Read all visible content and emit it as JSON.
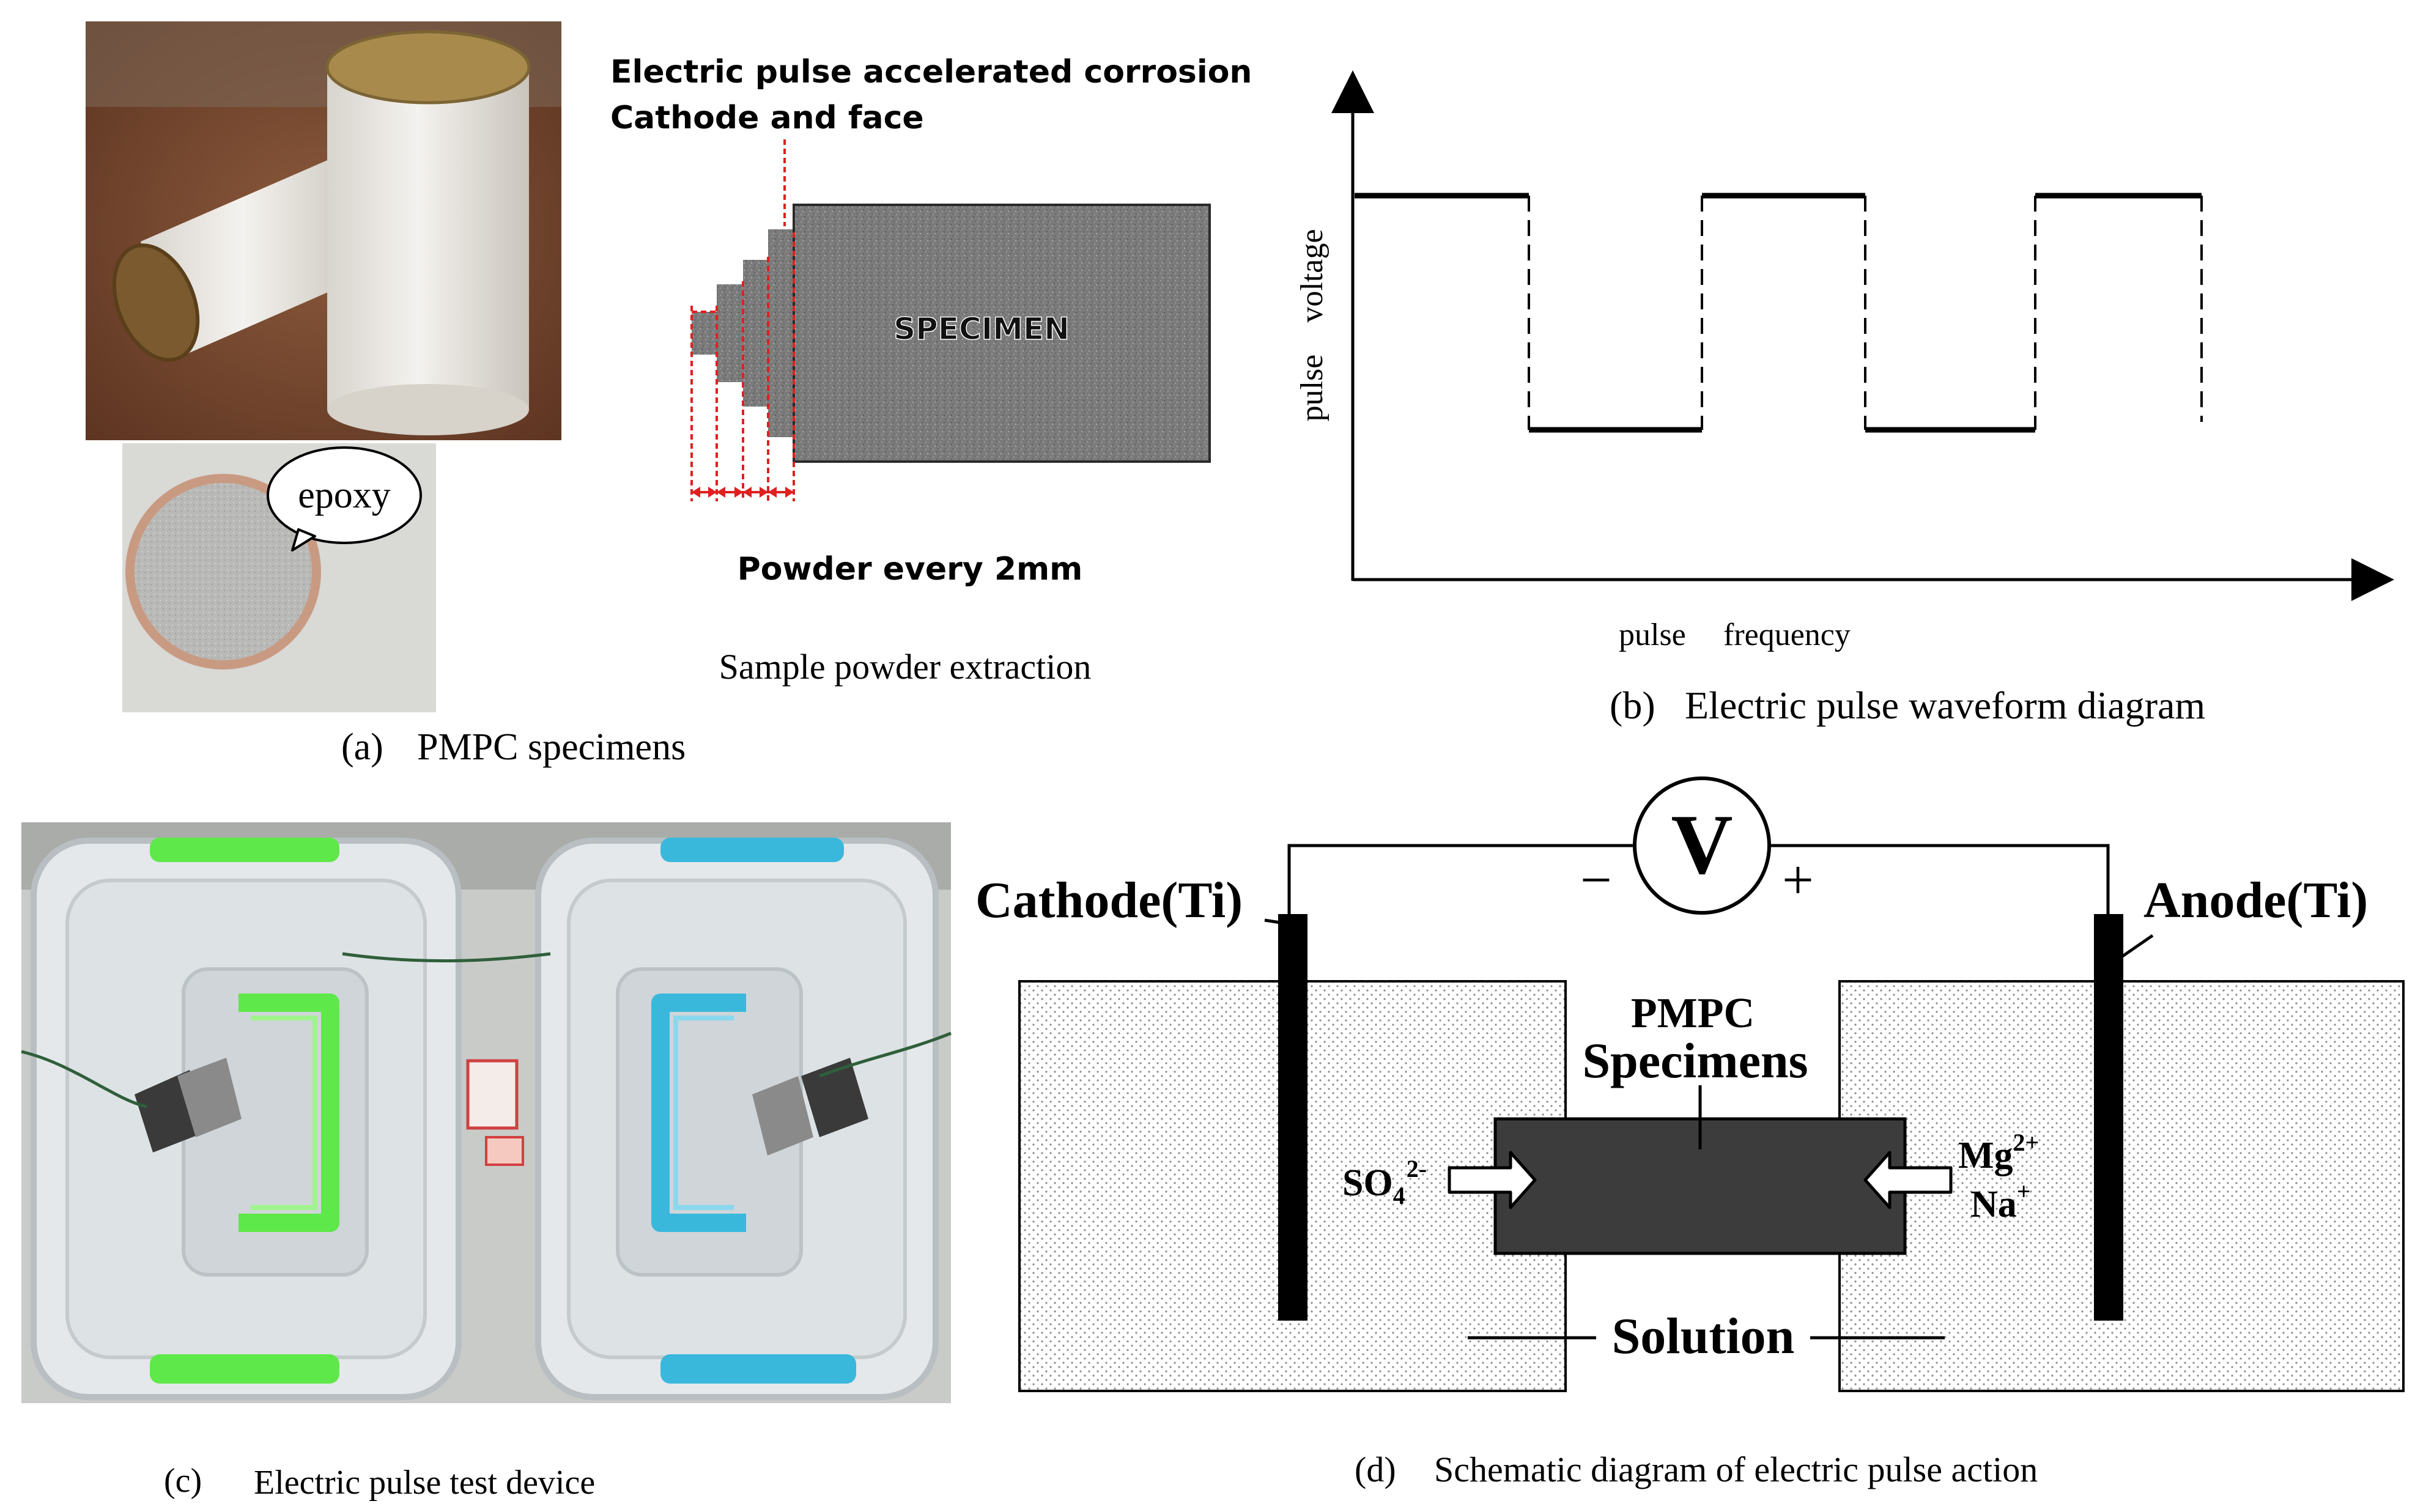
{
  "panel_a": {
    "caption_letter": "(a)",
    "caption_text": "PMPC specimens",
    "epoxy_label": "epoxy"
  },
  "specimen_sketch": {
    "title_line1": "Electric pulse accelerated corrosion",
    "title_line2": "Cathode and face",
    "specimen_label": "SPECIMEN",
    "powder_label": "Powder every 2mm",
    "caption": "Sample powder extraction"
  },
  "panel_b": {
    "y_axis_label": "pulse    voltage",
    "x_axis_label_1": "pulse",
    "x_axis_label_2": "frequency",
    "caption_letter": "(b)",
    "caption_text": "Electric pulse waveform diagram"
  },
  "panel_c": {
    "caption_letter": "(c)",
    "caption_text": "Electric pulse test device"
  },
  "panel_d": {
    "voltmeter_symbol": "V",
    "minus_sign": "−",
    "plus_sign": "+",
    "cathode_label": "Cathode(Ti)",
    "anode_label": "Anode(Ti)",
    "specimen_line1": "PMPC",
    "specimen_line2": "Specimens",
    "anion_base": "SO",
    "anion_sub": "4",
    "anion_sup": "2-",
    "cation1_base": "Mg",
    "cation1_sup": "2+",
    "cation2_base": "Na",
    "cation2_sup": "+",
    "solution_label": "Solution",
    "caption_letter": "(d)",
    "caption_text": "Schematic diagram of electric pulse action"
  },
  "colors": {
    "photo_background_brown": "#7a4a32",
    "cylinder_white": "#ece9e4",
    "cylinder_gold_cap": "#a88a4c",
    "specimen_gray": "#757575",
    "sketch_red": "#e02020",
    "green_handle": "#5fe84a",
    "blue_handle": "#3ab8dc",
    "solution_dots": "#9a9a9a",
    "dark_specimen": "#3c3c3c"
  }
}
